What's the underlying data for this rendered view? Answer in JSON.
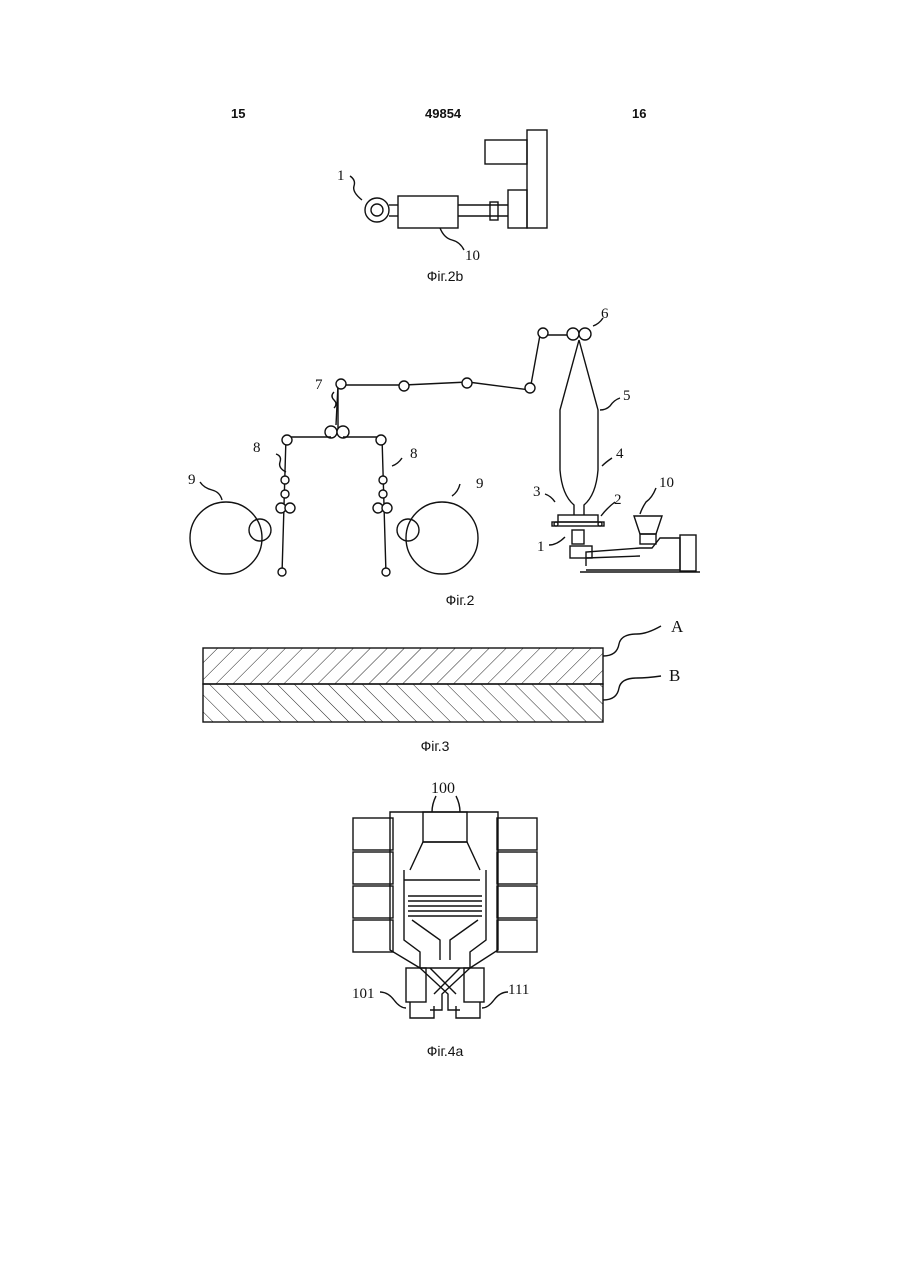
{
  "header": {
    "left_page": "15",
    "patent_number": "49854",
    "right_page": "16"
  },
  "figures": {
    "fig2b": {
      "caption": "Фіг.2b",
      "labels": [
        "1",
        "10"
      ]
    },
    "fig2": {
      "caption": "Фіг.2",
      "labels": [
        "1",
        "2",
        "3",
        "4",
        "5",
        "6",
        "7",
        "8",
        "8",
        "9",
        "9",
        "10"
      ]
    },
    "fig3": {
      "caption": "Фіг.3",
      "labels": [
        "A",
        "B"
      ]
    },
    "fig4a": {
      "caption": "Фіг.4a",
      "labels": [
        "100",
        "101",
        "111"
      ]
    }
  }
}
